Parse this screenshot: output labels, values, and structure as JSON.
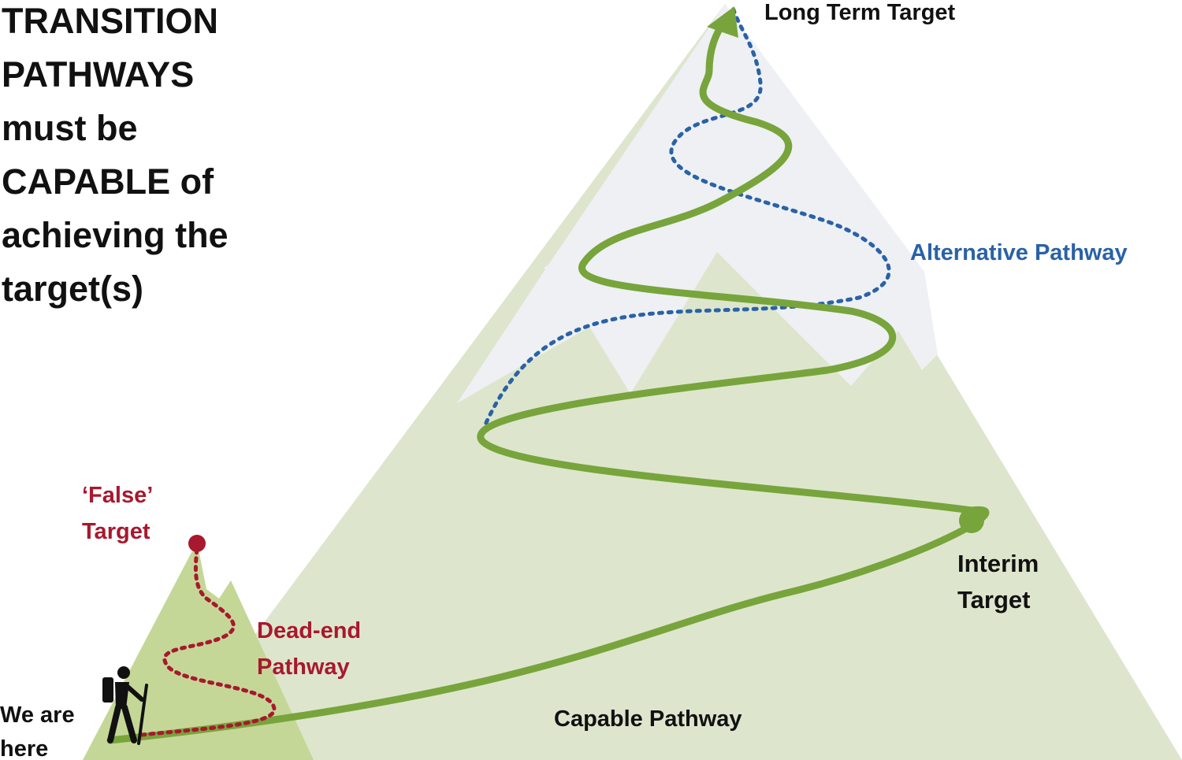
{
  "headline": {
    "lines": [
      "TRANSITION",
      "PATHWAYS",
      "must be",
      "CAPABLE of",
      "achieving the",
      "target(s)"
    ]
  },
  "labels": {
    "long_term_target": "Long Term Target",
    "alternative_pathway": "Alternative Pathway",
    "interim_target": [
      "Interim",
      "Target"
    ],
    "capable_pathway": "Capable Pathway",
    "false_target": [
      "‘False’",
      "Target"
    ],
    "dead_end_pathway": [
      "Dead-end",
      "Pathway"
    ],
    "we_are_here": [
      "We are",
      "here"
    ]
  },
  "colors": {
    "text": "#111111",
    "green_path": "#78a43c",
    "blue_path": "#2a62a6",
    "red_path": "#a8182e",
    "mountain_big": "#dde6cd",
    "snow": "#eef0f4",
    "mountain_small": "#c5d797",
    "hiker": "#111111"
  },
  "icons": [
    "hiker-icon",
    "arrow-head-icon"
  ]
}
